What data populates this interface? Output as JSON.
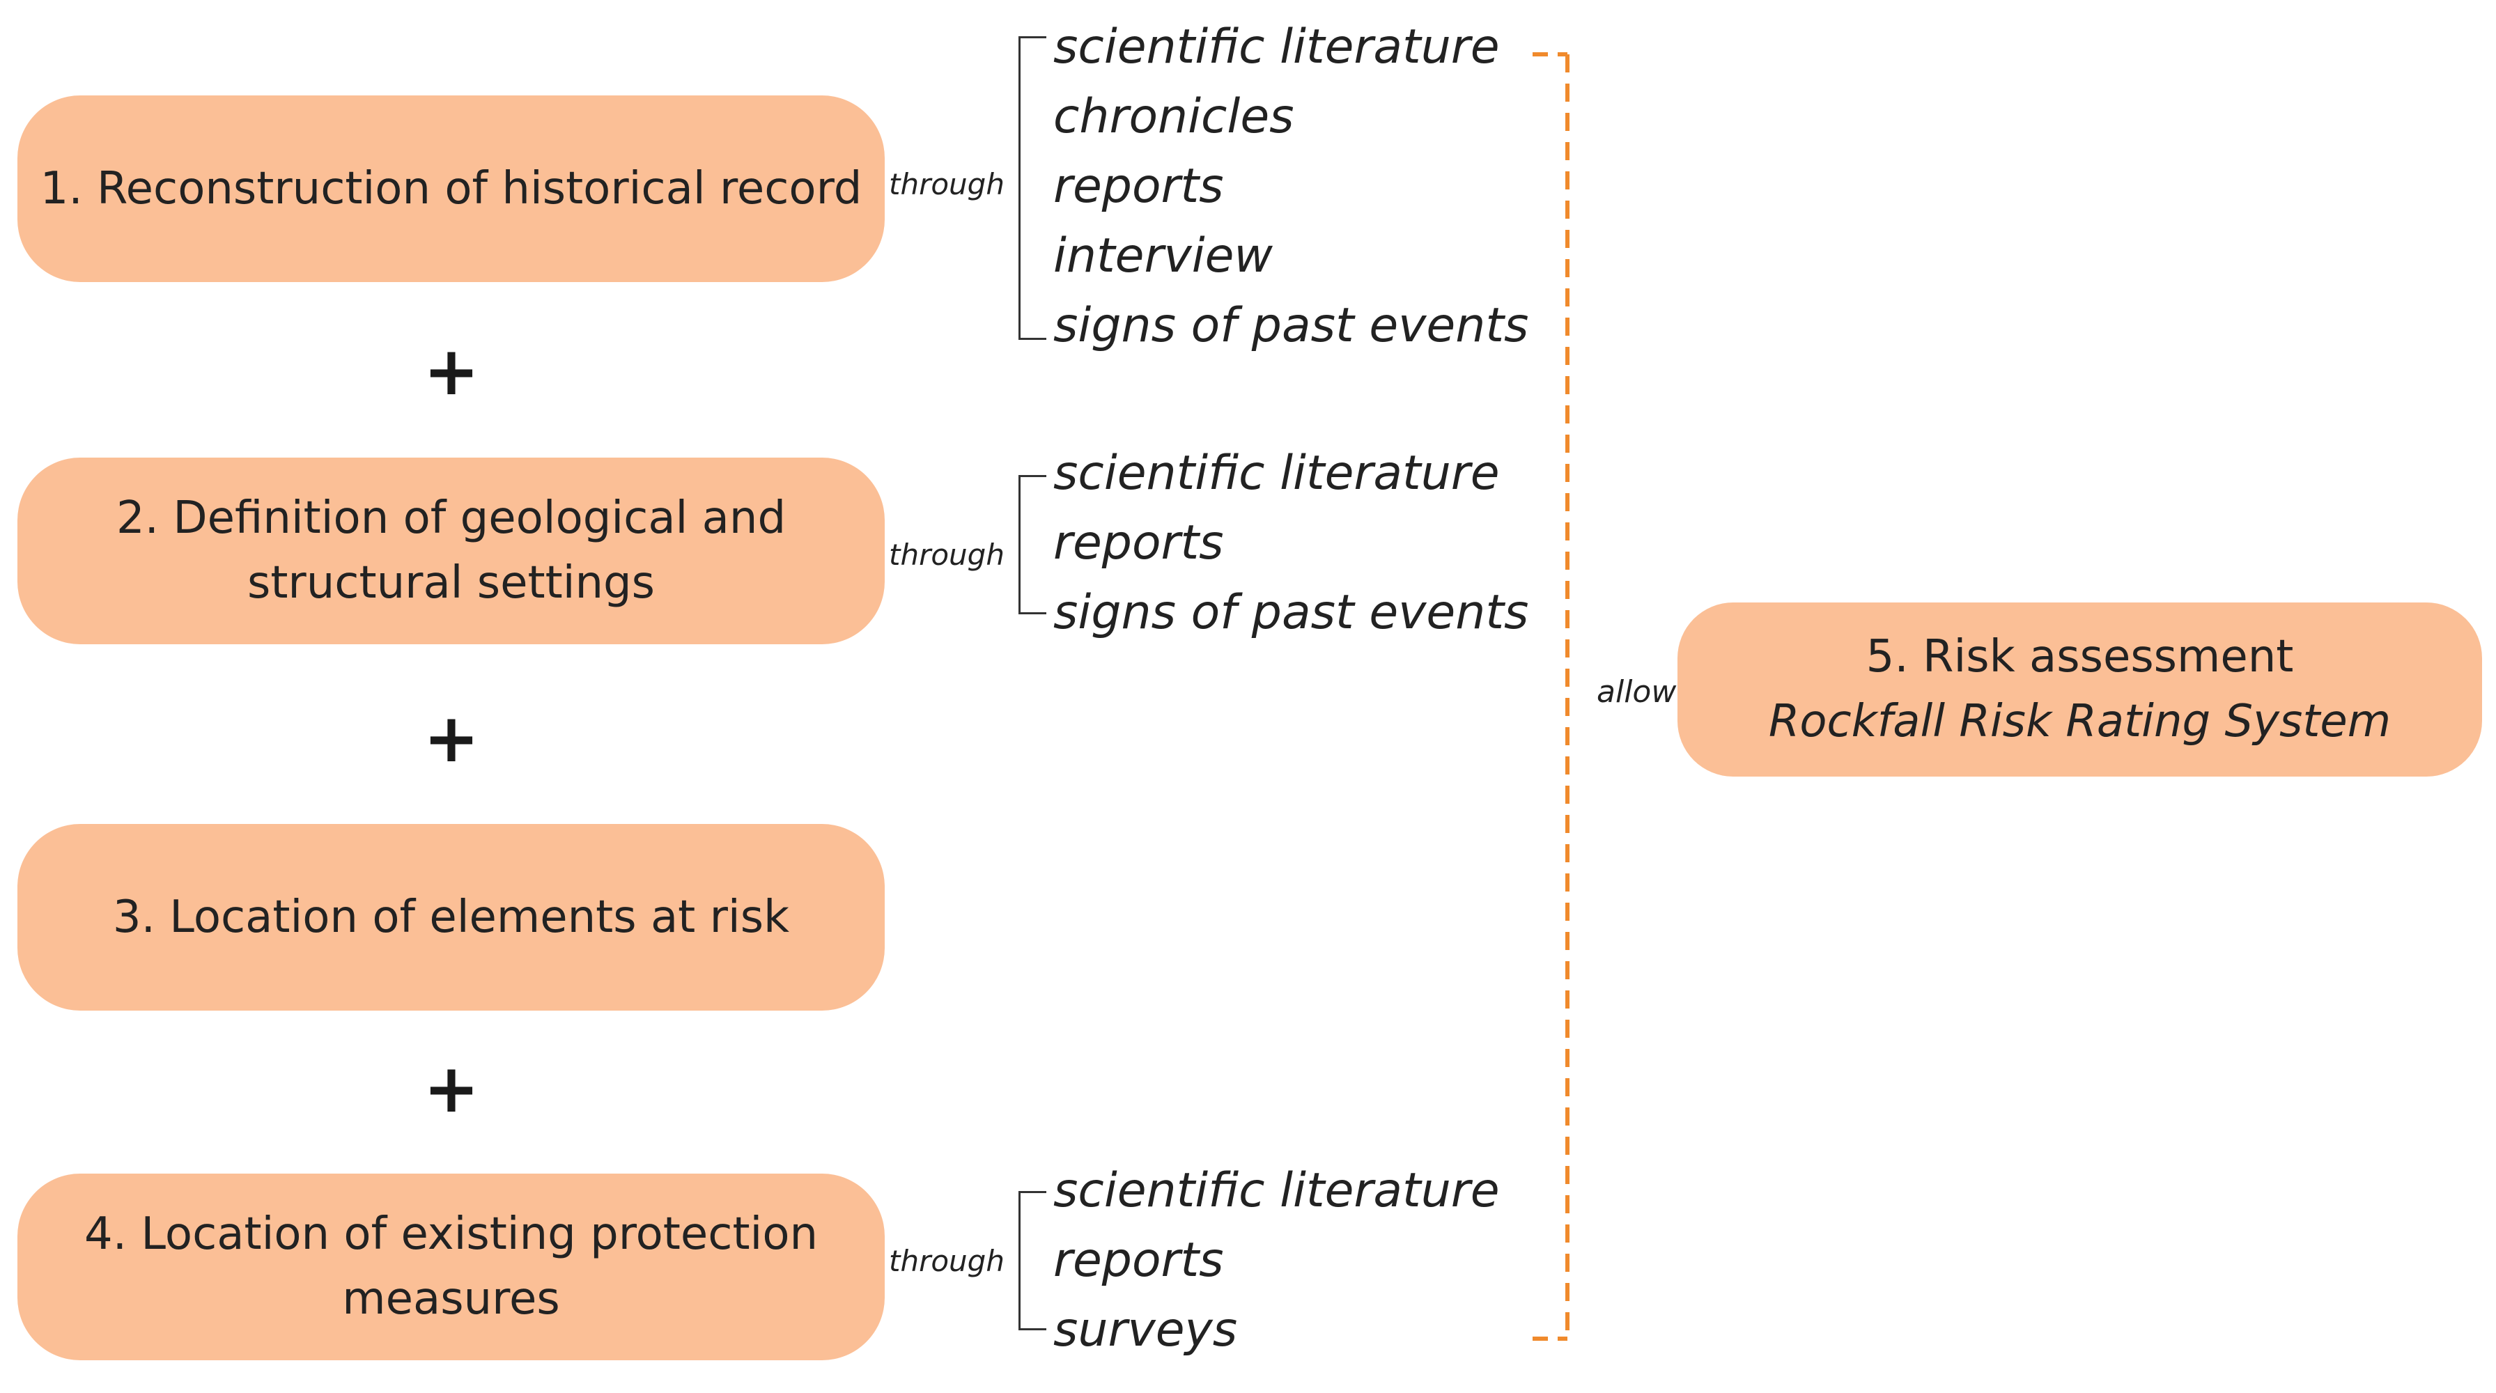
{
  "steps": [
    {
      "number": "1.",
      "lines": [
        "Reconstruction of historical record"
      ]
    },
    {
      "number": "2.",
      "lines": [
        "Definition of geological and",
        "structural settings"
      ]
    },
    {
      "number": "3.",
      "lines": [
        "Location of elements at risk"
      ]
    },
    {
      "number": "4.",
      "lines": [
        "Location of existing protection",
        "measures"
      ]
    }
  ],
  "plus_symbol": "+",
  "connector_through": "through",
  "connector_allow": "allow",
  "sources": {
    "step1": [
      "scientific literature",
      "chronicles",
      "reports",
      "interview",
      "signs of past events"
    ],
    "step2": [
      "scientific literature",
      "reports",
      "signs of past events"
    ],
    "step4": [
      "scientific literature",
      "reports",
      "surveys"
    ]
  },
  "result": {
    "title": "5. Risk assessment",
    "subtitle": "Rockfall Risk Rating System"
  },
  "colors": {
    "box_fill": "#fbbf96",
    "dashed_bracket": "#f08a2c",
    "text": "#222222"
  }
}
